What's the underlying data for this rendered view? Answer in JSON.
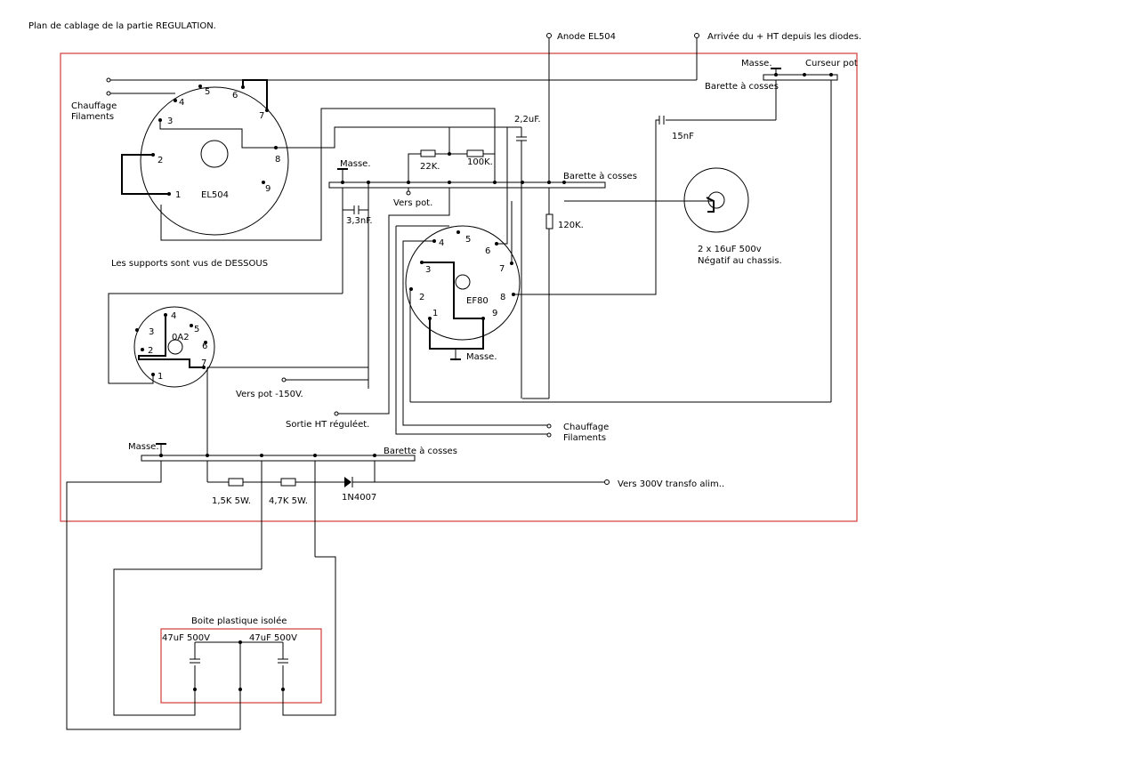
{
  "title": "Plan de cablage de la partie REGULATION.",
  "labels": {
    "anode": "Anode EL504",
    "arrivee_ht": "Arrivée du + HT  depuis les diodes.",
    "masse_top": "Masse.",
    "curseur_pot": "Curseur pot",
    "barette_top": "Barette à cosses",
    "chauffage_1": "Chauffage",
    "filaments_1": "Filaments",
    "el504": "EL504",
    "c22uf": "2,2uF.",
    "c15nf": "15nF",
    "masse_mid": "Masse.",
    "r22k": "22K.",
    "r100k": "100K.",
    "barette_mid": "Barette à cosses",
    "vers_pot": "Vers pot.",
    "c33nf": "3,3nF.",
    "r120k": "120K.",
    "cap_2x16": "2 x 16uF 500v",
    "negatif": "Négatif au chassis.",
    "supports": "Les supports sont vus de DESSOUS",
    "ef80": "EF80",
    "masse_ef80": "Masse.",
    "oa2": "0A2",
    "vers_pot_150": "Vers pot -150V.",
    "sortie_ht": "Sortie HT réguléet.",
    "chauffage_2": "Chauffage",
    "filaments_2": "Filaments",
    "masse_bot": "Masse.",
    "barette_bot": "Barette à cosses",
    "r15k": "1,5K 5W.",
    "r47k": "4,7K 5W.",
    "diode": "1N4007",
    "vers_300v": "Vers 300V transfo alim..",
    "boite": "Boite plastique isolée",
    "c47_1": "47uF 500V",
    "c47_2": "47uF 500V"
  },
  "pins": {
    "el504": [
      "1",
      "2",
      "3",
      "4",
      "5",
      "6",
      "7",
      "8",
      "9"
    ],
    "ef80": [
      "1",
      "2",
      "3",
      "4",
      "5",
      "6",
      "7",
      "8",
      "9"
    ],
    "oa2": [
      "1",
      "2",
      "3",
      "4",
      "5",
      "6",
      "7"
    ]
  },
  "colors": {
    "frame": "#d23a3a",
    "wire": "#000000",
    "background": "#ffffff"
  }
}
